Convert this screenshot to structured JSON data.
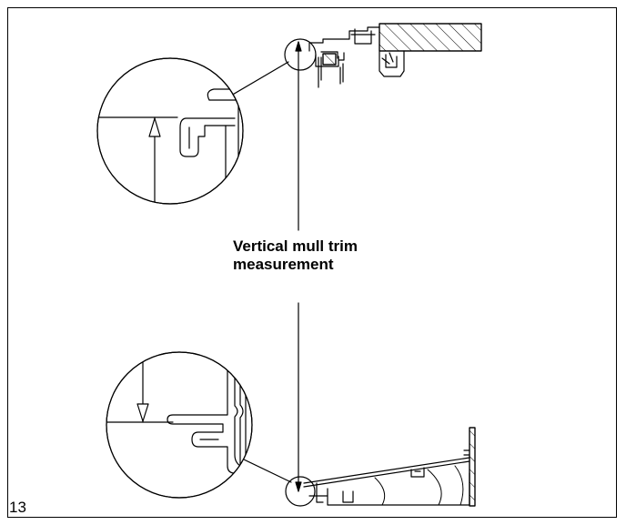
{
  "callout": {
    "line1": "Vertical mull trim",
    "line2": "measurement"
  },
  "figure_number": "13",
  "colors": {
    "ink": "#000000",
    "paper": "#ffffff"
  }
}
